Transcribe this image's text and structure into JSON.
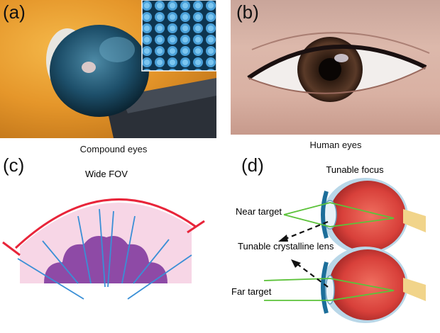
{
  "panel_a": {
    "label": "(a)",
    "caption": "Compound eyes"
  },
  "panel_b": {
    "label": "(b)",
    "caption": "Human eyes"
  },
  "panel_c": {
    "label": "(c)",
    "title": "Wide FOV"
  },
  "panel_d": {
    "label": "(d)",
    "title": "Tunable focus",
    "near_label": "Near target",
    "lens_label": "Tunable crystalline lens",
    "far_label": "Far target"
  },
  "colors": {
    "fov_arc": "#e8253a",
    "fov_fill": "#f7d6e6",
    "compound_eye": "#8e4aa6",
    "rays": "#3a8fd6",
    "near_far_rays": "#5cc23a",
    "eye_red": "#e0403a"
  }
}
